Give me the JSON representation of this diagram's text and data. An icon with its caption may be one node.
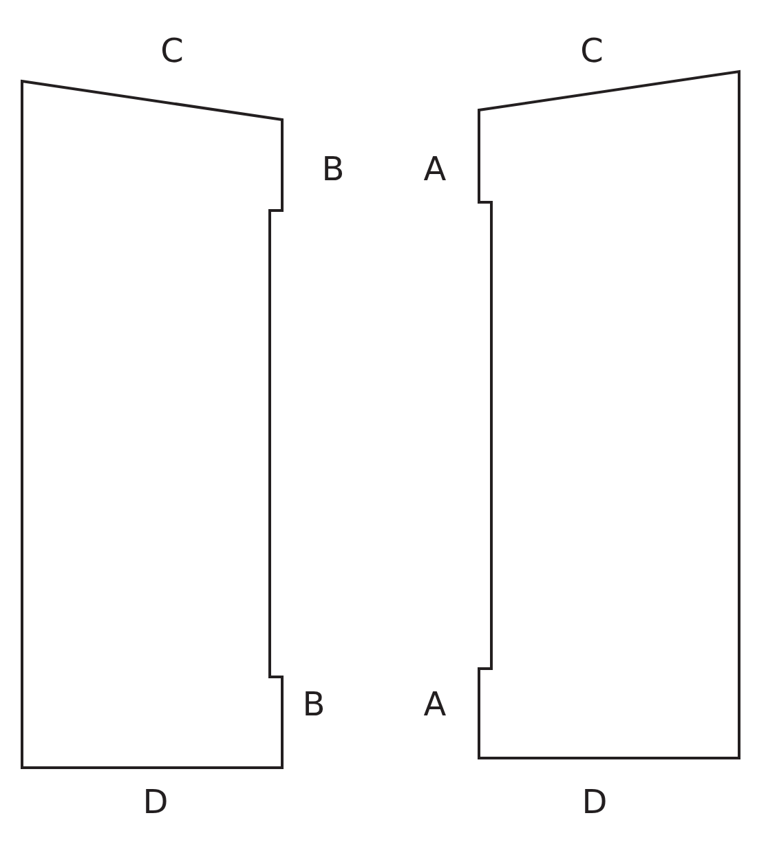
{
  "diagram": {
    "labels": [
      "C",
      "C",
      "B",
      "A",
      "B",
      "A",
      "D",
      "D"
    ]
  }
}
